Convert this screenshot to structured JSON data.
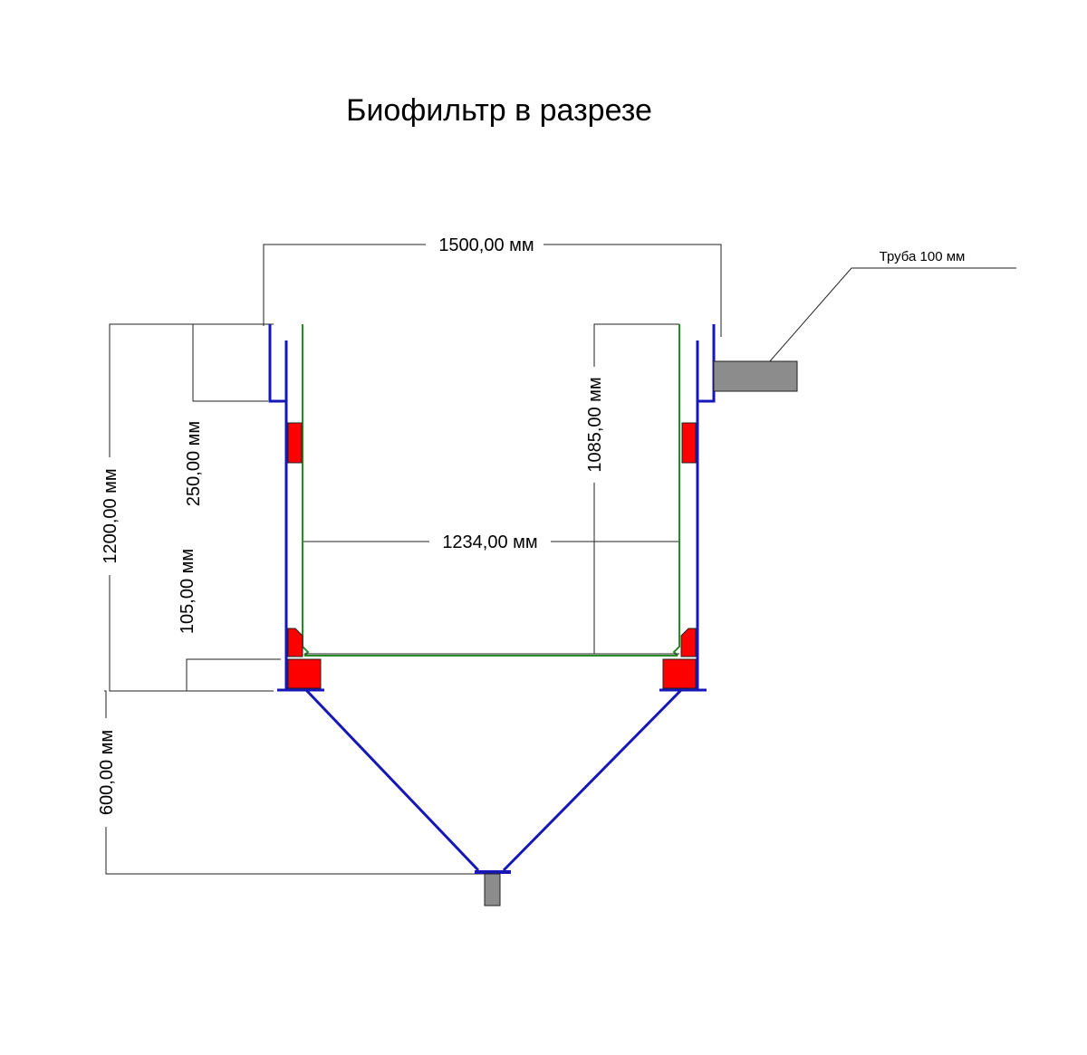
{
  "title": "Биофильтр в разрезе",
  "pipe_label": "Труба 100 мм",
  "dimensions": {
    "overall_width": "1500,00 мм",
    "inner_width": "1234,00 мм",
    "overall_height": "1200,00 мм",
    "top_offset": "250,00 мм",
    "bottom_offset": "105,00 мм",
    "inner_height": "1085,00 мм",
    "cone_depth": "600,00 мм"
  },
  "colors": {
    "wall": "#1717b8",
    "liner": "#2a8a2a",
    "seal": "#ff0000",
    "pipe": "#8c8c8c",
    "dimension_line": "#222222"
  }
}
